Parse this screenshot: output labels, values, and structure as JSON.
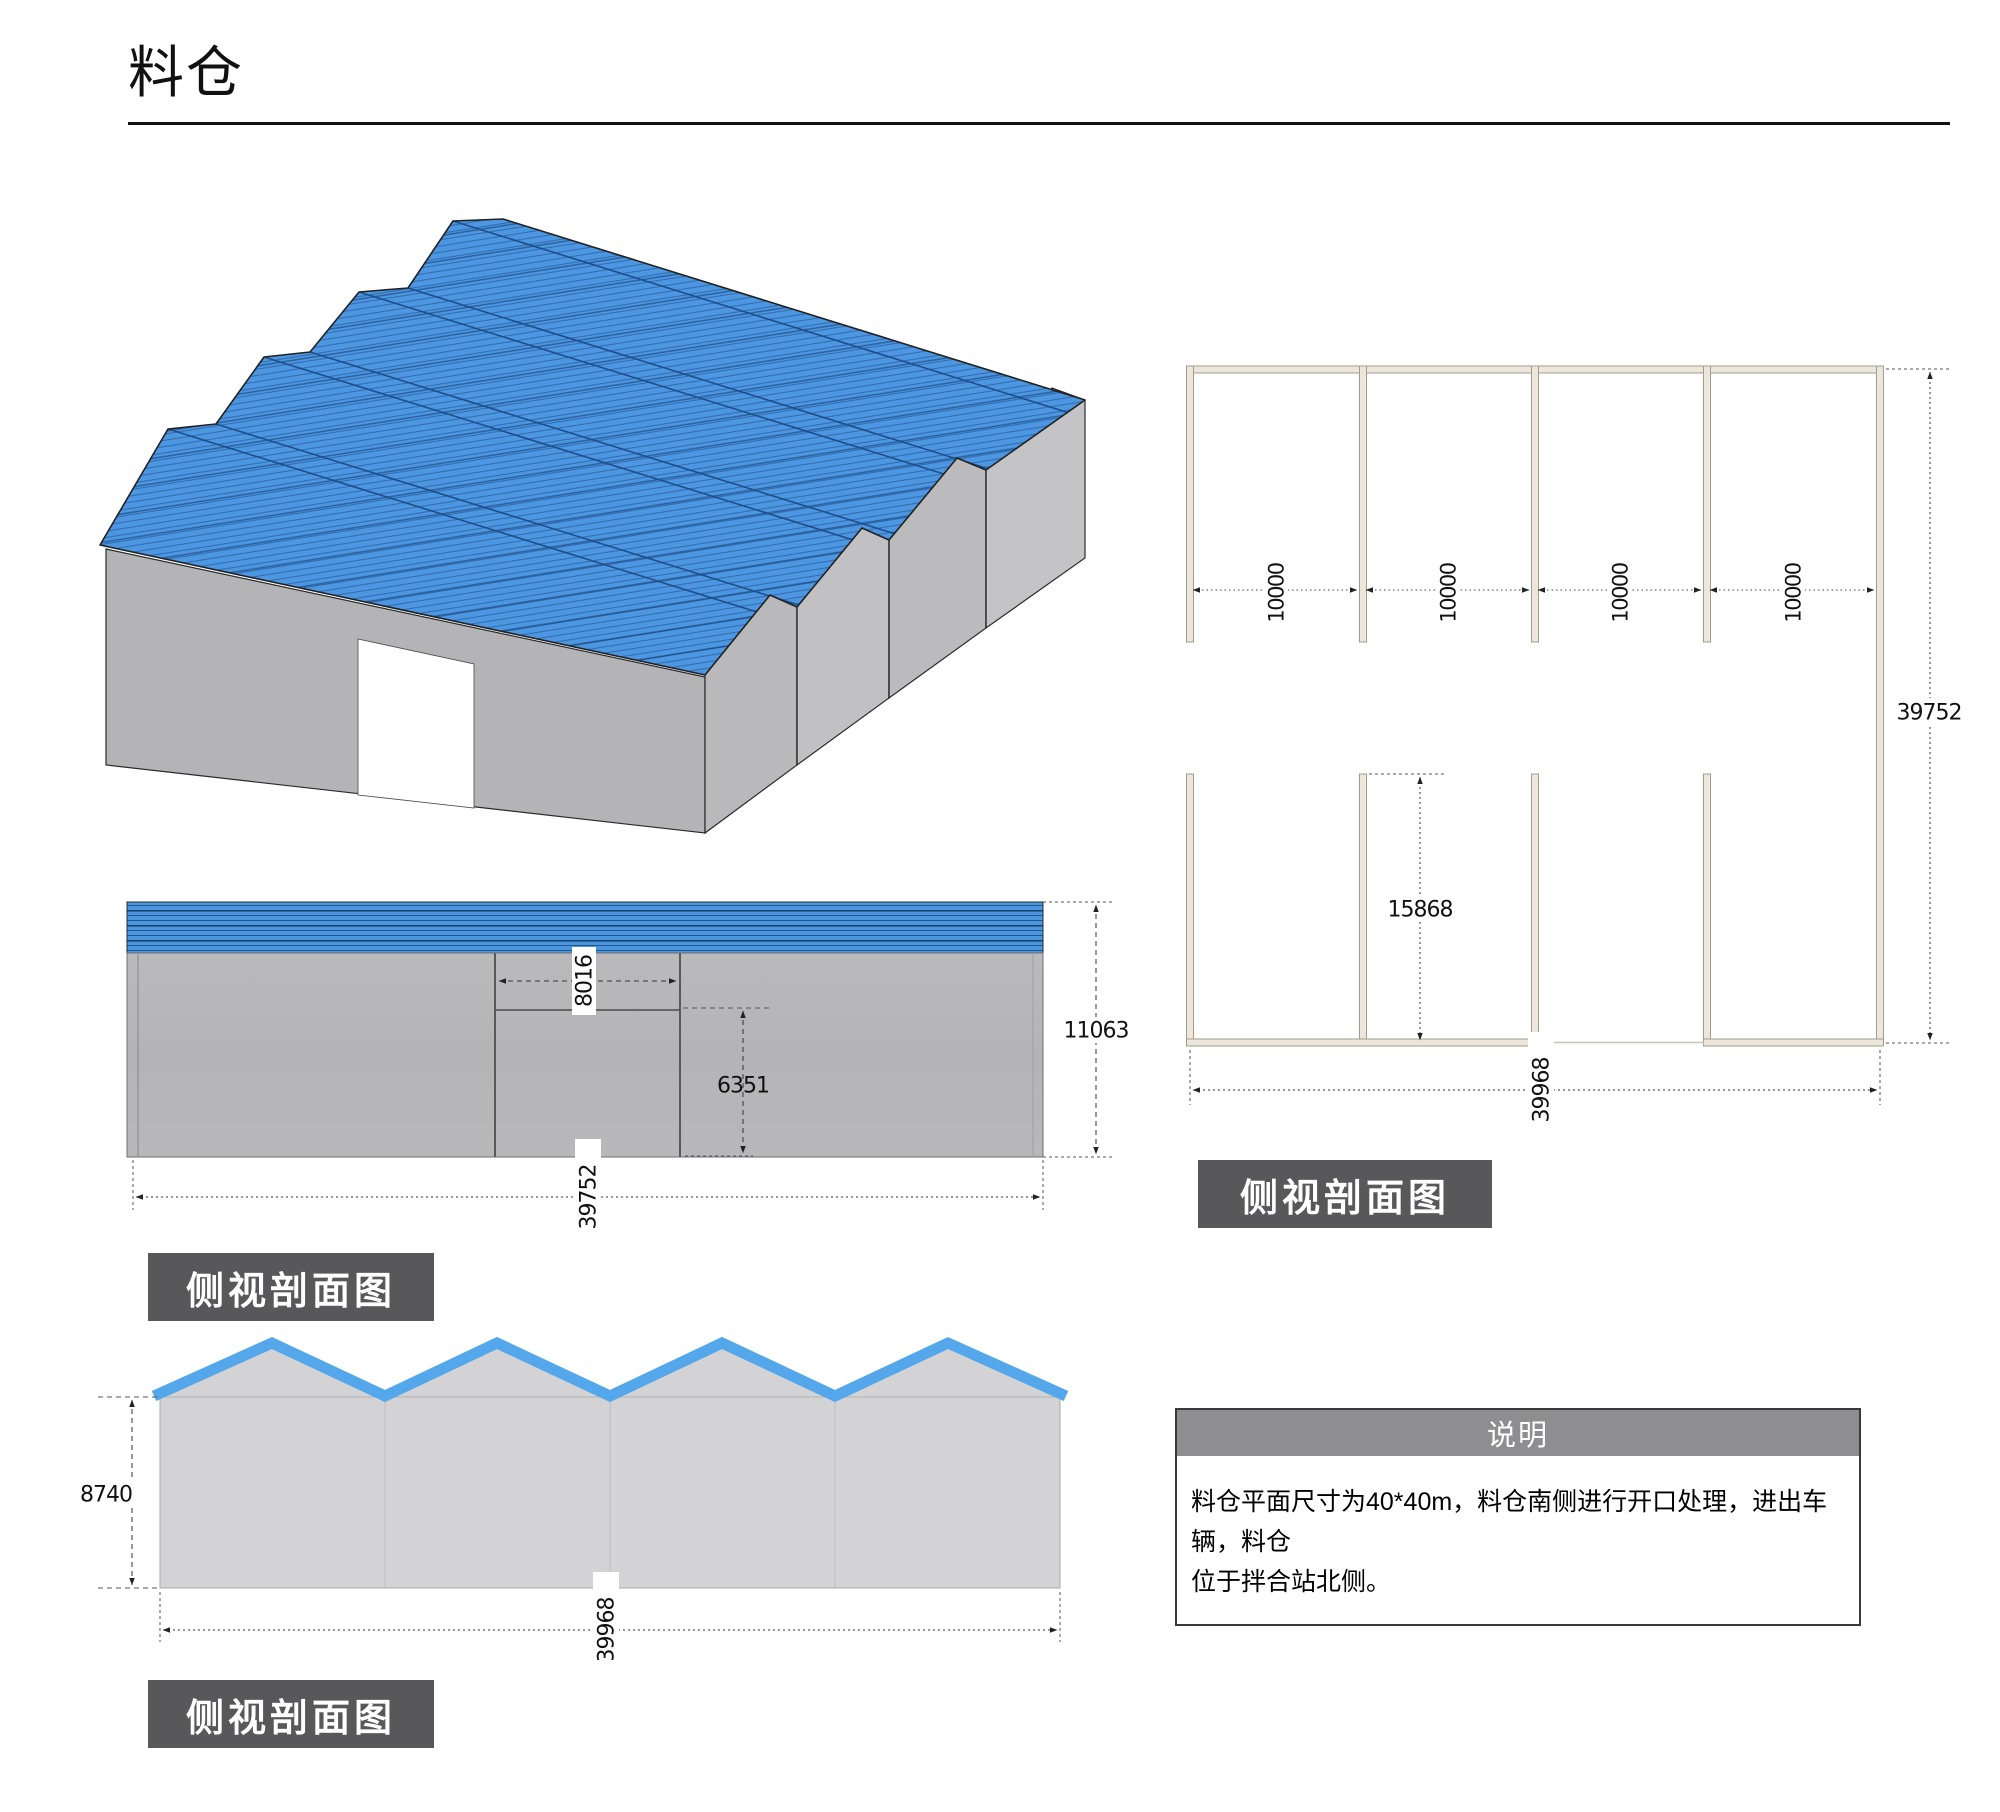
{
  "title": "料仓",
  "side_view": {
    "label": "侧视剖面图",
    "dim_door_width": "8016",
    "dim_door_height": "6351",
    "dim_height": "11063",
    "dim_width": "39752"
  },
  "plan_view": {
    "label": "侧视剖面图",
    "dim_bays": [
      "10000",
      "10000",
      "10000",
      "10000"
    ],
    "dim_depth": "39752",
    "dim_partition": "15868",
    "dim_width": "39968"
  },
  "front_view": {
    "label": "侧视剖面图",
    "dim_height": "8740",
    "dim_width": "39968"
  },
  "note": {
    "title": "说明",
    "line1": "料仓平面尺寸为40*40m，料仓南侧进行开口处理，进出车辆，料仓",
    "line2": "位于拌合站北侧。"
  },
  "colors": {
    "roof_blue": "#4d97e2",
    "roof_stripe": "#1e5699",
    "front_band_blue": "#53a7ea",
    "wall_gray": "#b6b6b8",
    "front_wall_gray": "#d3d3d5",
    "plan_wall_fill": "#ece7da",
    "label_box": "#58585a",
    "note_header": "#8e8e90"
  }
}
